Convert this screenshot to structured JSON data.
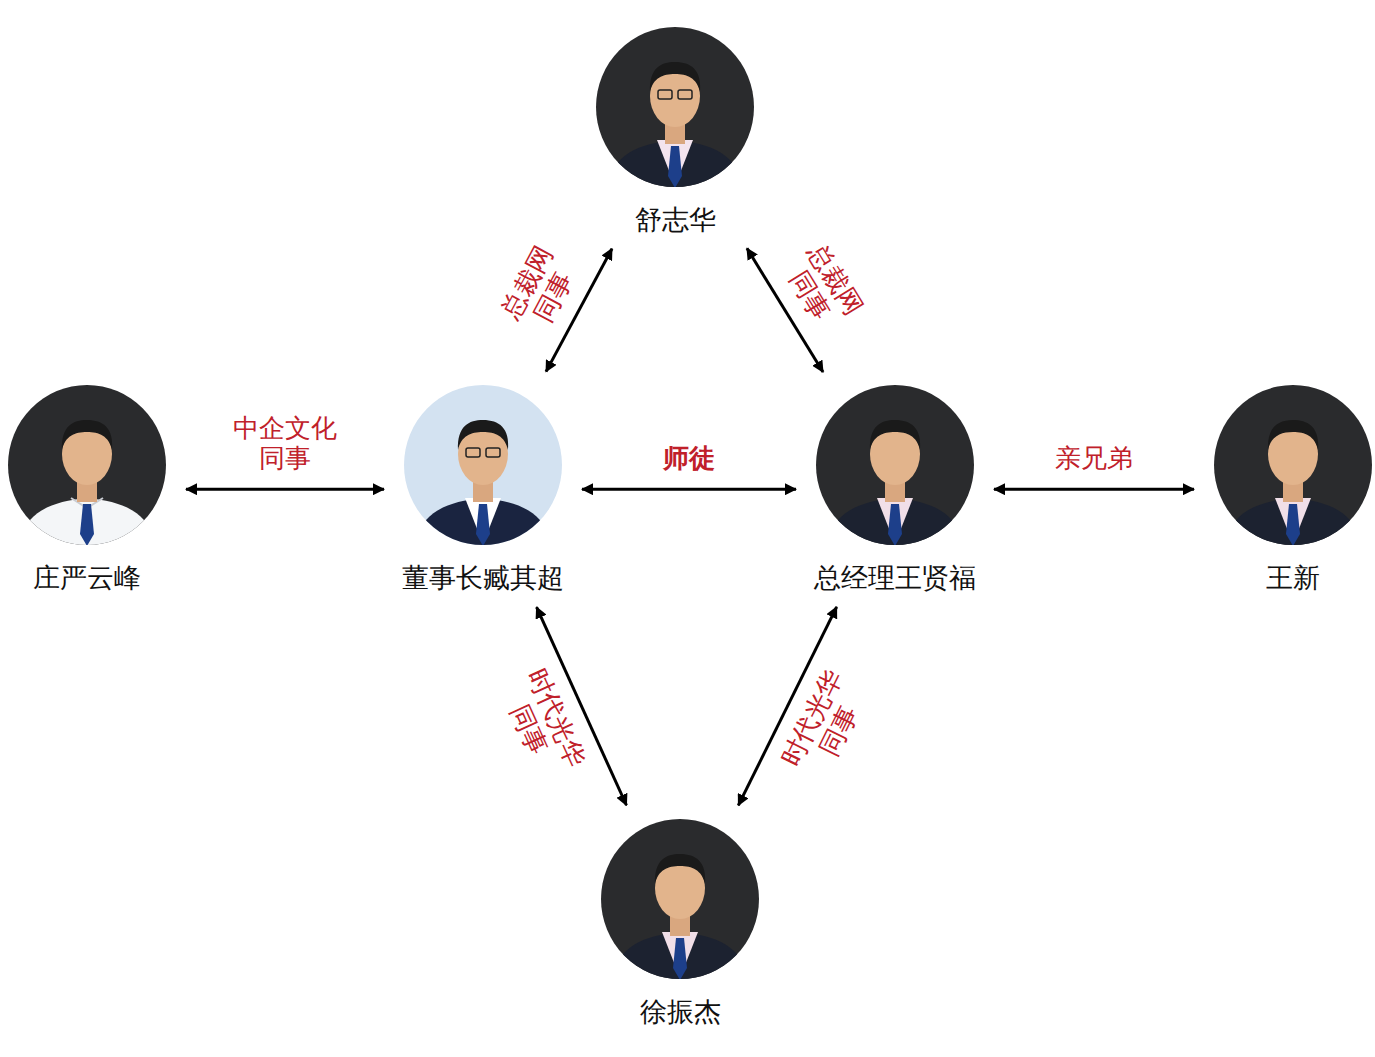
{
  "diagram": {
    "nodes": [
      {
        "text": [
          "舒志华"
        ]
      },
      {
        "text": [
          "庄严云峰"
        ]
      },
      {
        "text": [
          "董事长臧其超"
        ]
      },
      {
        "text": [
          "总经理王贤福"
        ]
      },
      {
        "text": [
          "王新"
        ]
      },
      {
        "text": [
          "徐振杰"
        ]
      }
    ],
    "edges": [
      {
        "from": 2,
        "to": 0,
        "arrow": "both",
        "label": "总裁网 同事"
      },
      {
        "from": 0,
        "to": 3,
        "arrow": "both",
        "label": "总裁网 同事"
      },
      {
        "from": 1,
        "to": 2,
        "arrow": "both",
        "label": "中企文化 同事"
      },
      {
        "from": 2,
        "to": 3,
        "arrow": "both",
        "label": "师徒"
      },
      {
        "from": 3,
        "to": 4,
        "arrow": "both",
        "label": "亲兄弟"
      },
      {
        "from": 2,
        "to": 5,
        "arrow": "both",
        "label": "时代光华 同事"
      },
      {
        "from": 3,
        "to": 5,
        "arrow": "both",
        "label": "时代光华 同事"
      }
    ]
  }
}
